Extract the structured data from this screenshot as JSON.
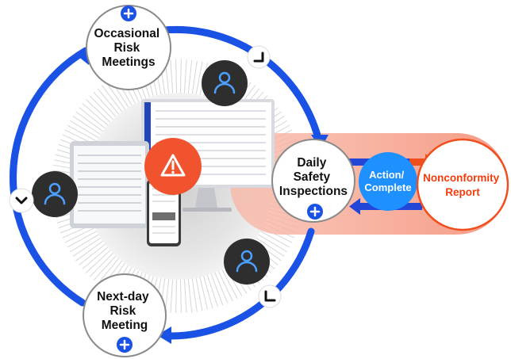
{
  "nodes": {
    "occasional": {
      "lines": [
        "Occasional",
        "Risk",
        "Meetings"
      ],
      "icon": "plus-icon"
    },
    "daily": {
      "lines": [
        "Daily",
        "Safety",
        "Inspections"
      ],
      "icon": "plus-icon"
    },
    "nextday": {
      "lines": [
        "Next-day",
        "Risk",
        "Meeting"
      ],
      "icon": "plus-icon"
    },
    "action": {
      "lines": [
        "Action/",
        "Complete"
      ]
    },
    "nonconformity": {
      "lines": [
        "Nonconformity",
        "Report"
      ]
    }
  },
  "icons": {
    "person": "person-icon",
    "warning": "warning-icon",
    "chevron": "chevron-down-icon",
    "corner": "corner-arrow-icon"
  },
  "colors": {
    "cycle_blue": "#1a52e6",
    "action_blue": "#1e90ff",
    "warning_red": "#f0532e",
    "report_red": "#f23c0c",
    "band_salmon": "#f5a08c",
    "dark_badge": "#2e2e2e"
  }
}
